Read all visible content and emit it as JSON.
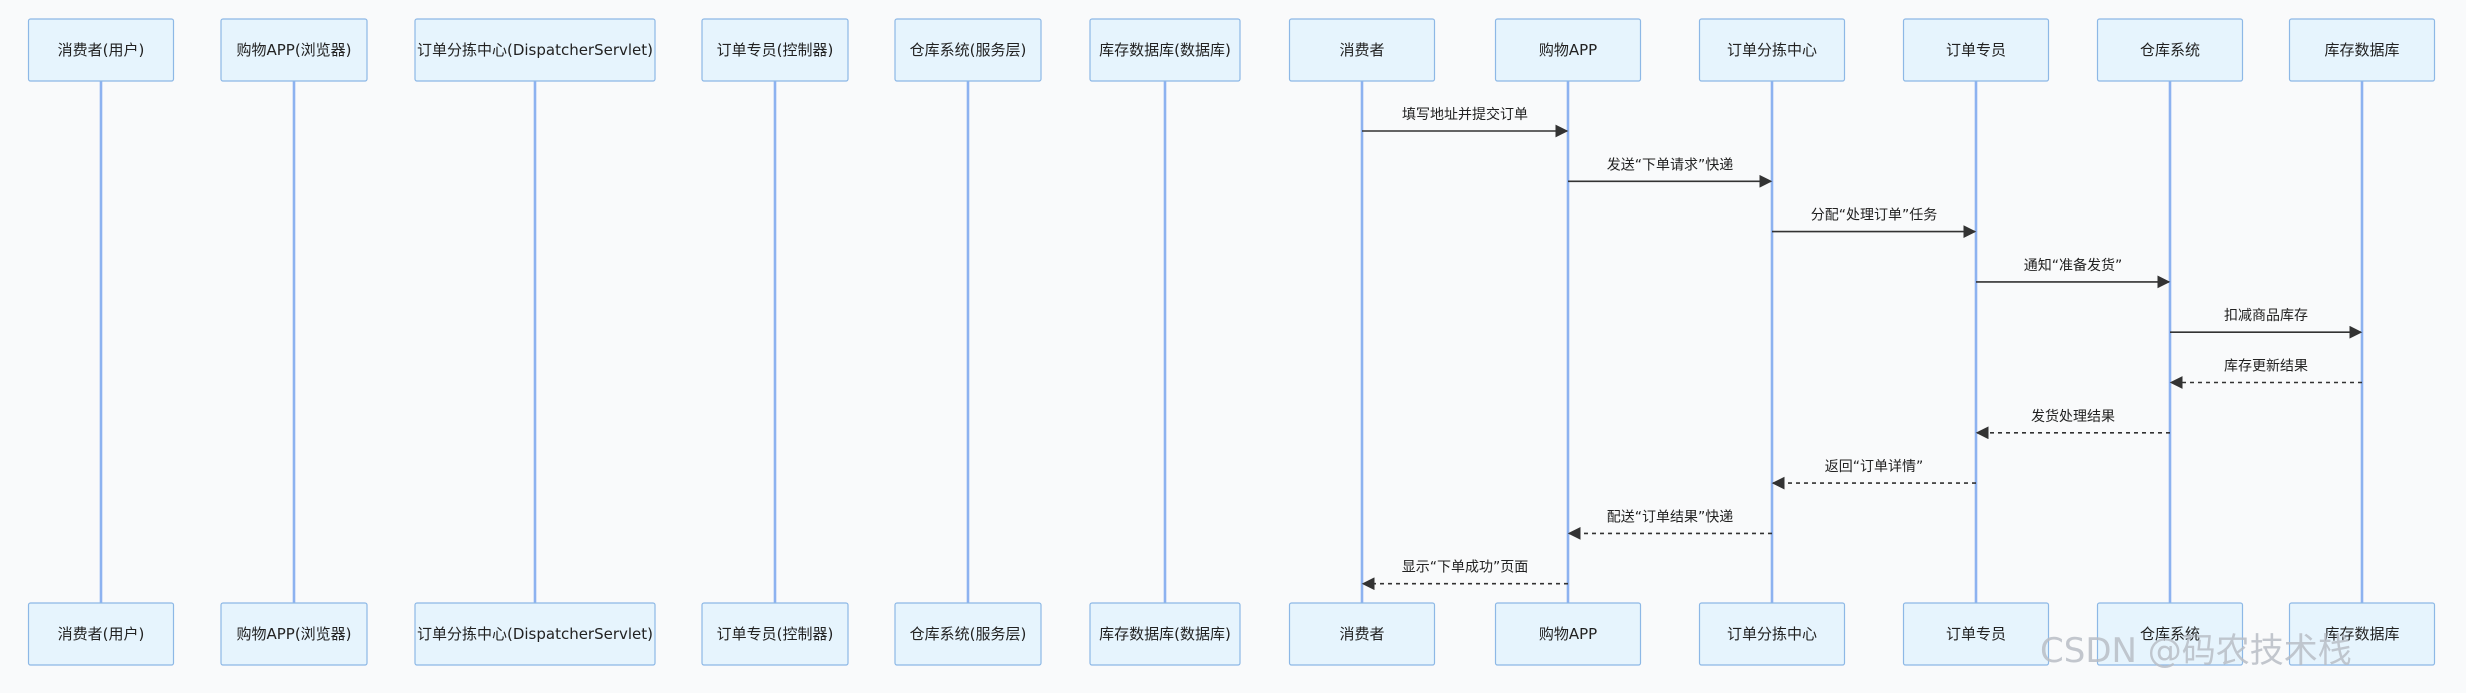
{
  "participants": [
    {
      "id": "p1",
      "label": "消费者(用户)"
    },
    {
      "id": "p2",
      "label": "购物APP(浏览器)"
    },
    {
      "id": "p3",
      "label": "订单分拣中心(DispatcherServlet)"
    },
    {
      "id": "p4",
      "label": "订单专员(控制器)"
    },
    {
      "id": "p5",
      "label": "仓库系统(服务层)"
    },
    {
      "id": "p6",
      "label": "库存数据库(数据库)"
    },
    {
      "id": "p7",
      "label": "消费者"
    },
    {
      "id": "p8",
      "label": "购物APP"
    },
    {
      "id": "p9",
      "label": "订单分拣中心"
    },
    {
      "id": "p10",
      "label": "订单专员"
    },
    {
      "id": "p11",
      "label": "仓库系统"
    },
    {
      "id": "p12",
      "label": "库存数据库"
    }
  ],
  "messages": [
    {
      "from": "p7",
      "to": "p8",
      "label": "填写地址并提交订单",
      "style": "solid"
    },
    {
      "from": "p8",
      "to": "p9",
      "label": "发送“下单请求”快递",
      "style": "solid"
    },
    {
      "from": "p9",
      "to": "p10",
      "label": "分配“处理订单”任务",
      "style": "solid"
    },
    {
      "from": "p10",
      "to": "p11",
      "label": "通知“准备发货”",
      "style": "solid"
    },
    {
      "from": "p11",
      "to": "p12",
      "label": "扣减商品库存",
      "style": "solid"
    },
    {
      "from": "p12",
      "to": "p11",
      "label": "库存更新结果",
      "style": "dashed"
    },
    {
      "from": "p11",
      "to": "p10",
      "label": "发货处理结果",
      "style": "dashed"
    },
    {
      "from": "p10",
      "to": "p9",
      "label": "返回“订单详情”",
      "style": "dashed"
    },
    {
      "from": "p9",
      "to": "p8",
      "label": "配送“订单结果”快递",
      "style": "dashed"
    },
    {
      "from": "p8",
      "to": "p7",
      "label": "显示“下单成功”页面",
      "style": "dashed"
    }
  ],
  "watermark": "CSDN @码农技术栈",
  "colors": {
    "actor_fill": "#e6f4fd",
    "actor_stroke": "#8db8e6",
    "lifeline": "#8db2f0",
    "message": "#333333",
    "watermark": "#b9bec6"
  }
}
